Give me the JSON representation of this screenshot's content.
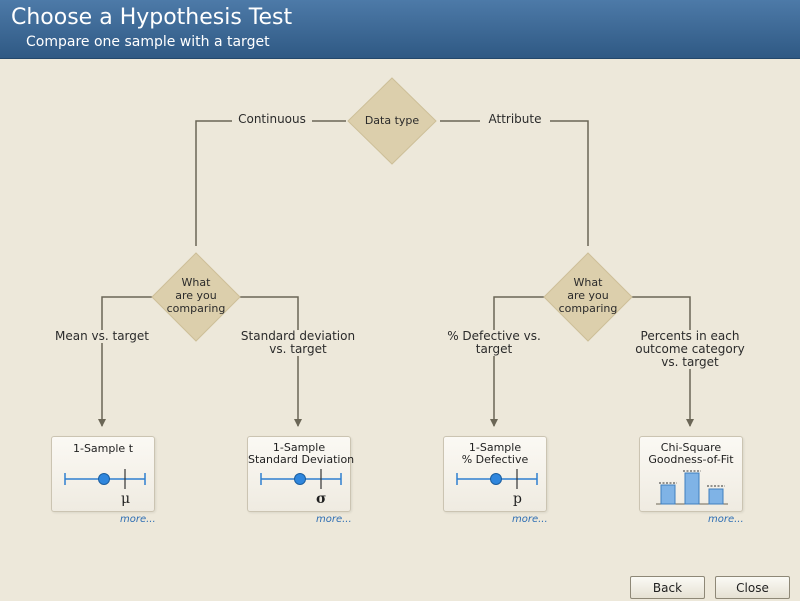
{
  "header": {
    "title": "Choose a Hypothesis Test",
    "subtitle": "Compare one sample with a target"
  },
  "flow": {
    "root_diamond": "Data type",
    "branch_left_label": "Continuous",
    "branch_right_label": "Attribute",
    "left_diamond": [
      "What",
      "are you",
      "comparing"
    ],
    "right_diamond": [
      "What",
      "are you",
      "comparing"
    ],
    "choices": [
      {
        "label": [
          "Mean vs. target"
        ]
      },
      {
        "label": [
          "Standard deviation",
          "vs. target"
        ]
      },
      {
        "label": [
          "% Defective vs.",
          "target"
        ]
      },
      {
        "label": [
          "Percents in each",
          "outcome category",
          "vs. target"
        ]
      }
    ]
  },
  "cards": [
    {
      "title": [
        "1-Sample t"
      ],
      "symbol": "μ",
      "icon": "number-line-mu-icon",
      "more": "more..."
    },
    {
      "title": [
        "1-Sample",
        "Standard Deviation"
      ],
      "symbol": "σ",
      "icon": "number-line-sigma-icon",
      "more": "more..."
    },
    {
      "title": [
        "1-Sample",
        "% Defective"
      ],
      "symbol": "p",
      "icon": "number-line-p-icon",
      "more": "more..."
    },
    {
      "title": [
        "Chi-Square",
        "Goodness-of-Fit"
      ],
      "symbol": "",
      "icon": "bar-chart-icon",
      "more": "more..."
    }
  ],
  "buttons": {
    "back": "Back",
    "close": "Close"
  },
  "colors": {
    "header": "#3b6591",
    "background": "#ede8da",
    "diamond": "#dccfac",
    "connector": "#6b6656",
    "accent_blue": "#2f7fd0",
    "link": "#2f6fb4"
  }
}
